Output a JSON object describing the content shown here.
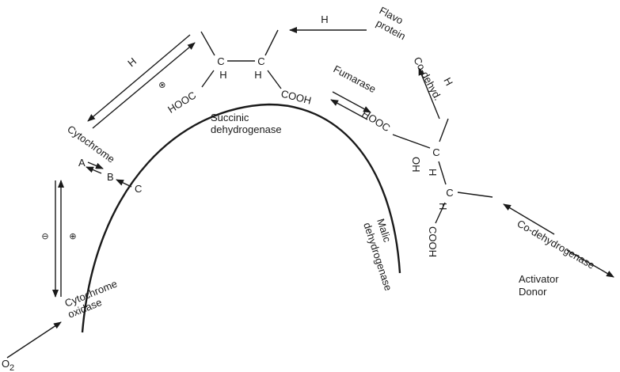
{
  "labels": {
    "cytochrome": "Cytochrome",
    "cytochrome_oxidase_1": "Cytochrome",
    "cytochrome_oxidase_2": "oxidase",
    "succinic_1": "Succinic",
    "succinic_2": "dehydrogenase",
    "malic_1": "Malic",
    "malic_2": "dehydrogenase",
    "flavo_1": "Flavo",
    "flavo_2": "protein",
    "fumarase": "Fumarase",
    "co_dehyd": "Co-dehyd.",
    "co_dehydrogenase": "Co-dehydrogenase",
    "activator": "Activator",
    "donor": "Donor",
    "oxygen": "O",
    "oxygen_sub": "2"
  },
  "abc": {
    "a": "A",
    "b": "B",
    "c": "C"
  },
  "hydrogen": {
    "top": "H",
    "left_arrow": "H",
    "flavo_arrow": "H"
  },
  "signs": {
    "minus": "⊖",
    "plus_top": "⊕",
    "plus_left": "⊕"
  },
  "succinate": {
    "c1": "C",
    "c2": "C",
    "h1": "H",
    "h2": "H",
    "hooc": "HOOC",
    "cooh": "COOH"
  },
  "malate": {
    "hooc": "HOOC",
    "c1": "C",
    "oh": "OH",
    "h_top": "H",
    "h_low": "H",
    "c2": "C",
    "cooh": "COOH"
  }
}
